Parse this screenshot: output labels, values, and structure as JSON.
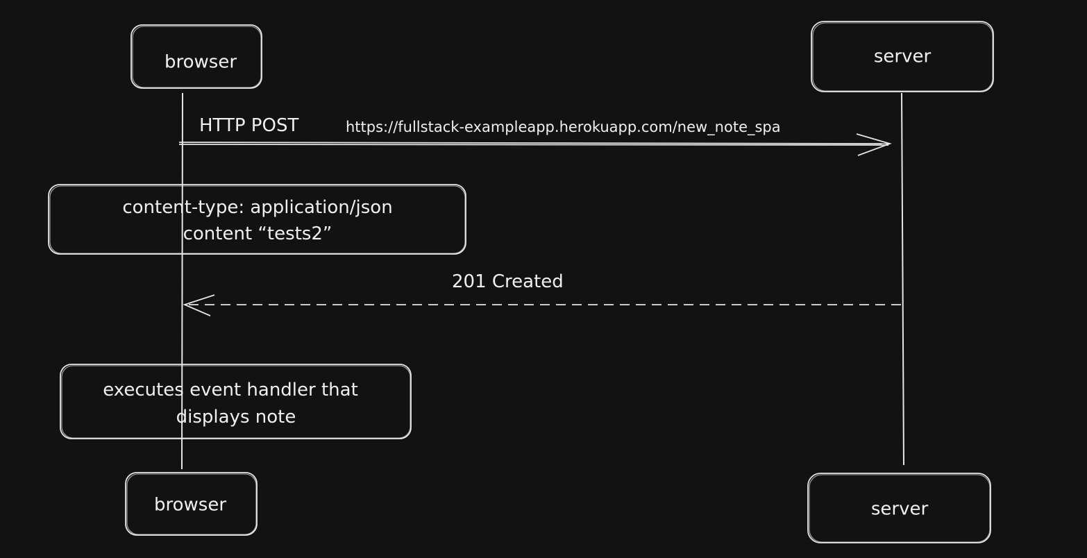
{
  "participants": {
    "browser": {
      "label": "browser"
    },
    "server": {
      "label": "server"
    }
  },
  "messages": {
    "request": {
      "method": "HTTP POST",
      "url": "https://fullstack-exampleapp.herokuapp.com/new_note_spa"
    },
    "response": {
      "label": "201 Created"
    }
  },
  "notes": {
    "payload": {
      "line1": "content-type: application/json",
      "line2": "content “tests2”"
    },
    "handler": {
      "line1": "executes event handler that",
      "line2": "displays note"
    }
  },
  "colors": {
    "background": "#121212",
    "stroke": "#e6e6e6",
    "text": "#f0f0f0"
  }
}
